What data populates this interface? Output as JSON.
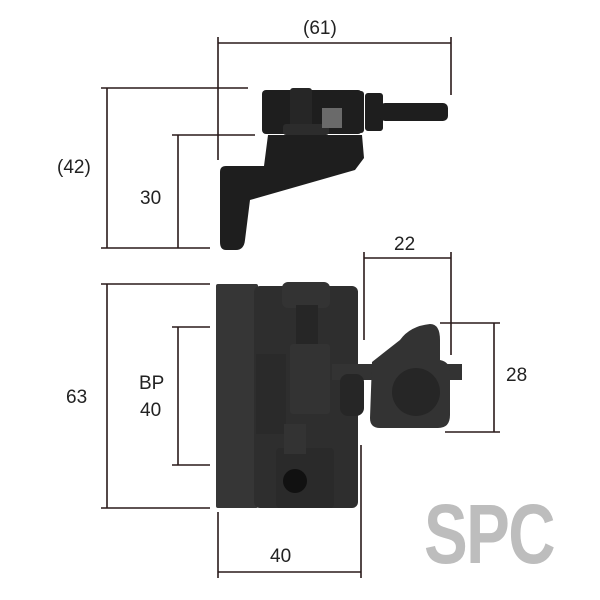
{
  "dimensions": {
    "top_width": "(61)",
    "top_height": "(42)",
    "top_inner_height": "30",
    "arm_width": "22",
    "arm_height": "28",
    "body_height": "63",
    "backset_label": "BP",
    "backset_value": "40",
    "body_width": "40"
  },
  "brand": {
    "logo_text": "SPC",
    "logo_color": "#bdbdbd"
  },
  "colors": {
    "part": "#2b2b2b",
    "line": "#2a1a1a"
  }
}
